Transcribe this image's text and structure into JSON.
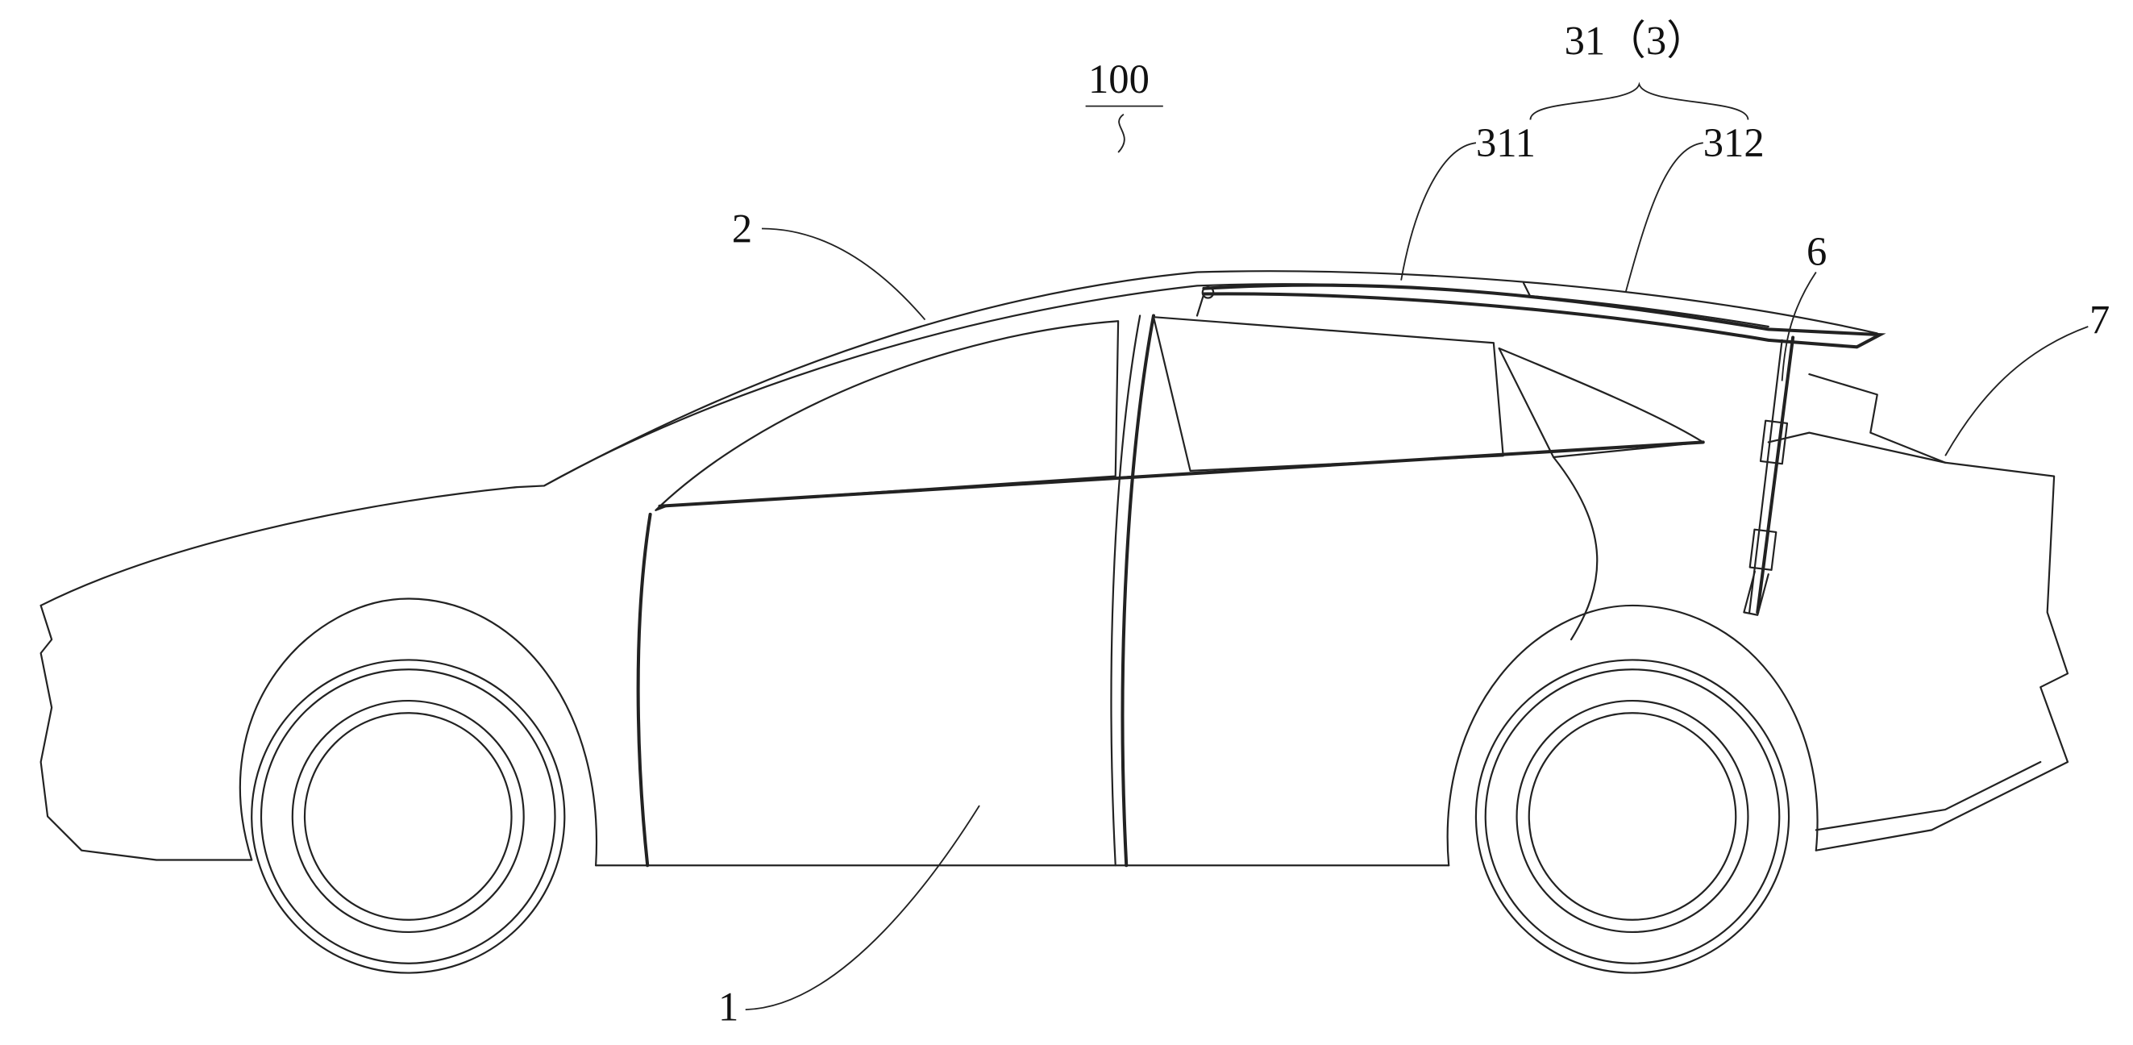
{
  "figure": {
    "type": "patent side-view drawing of a car with a deployable rear spoiler",
    "labels": {
      "assembly": "100",
      "group": "31（3）",
      "spoiler_part_a": "311",
      "spoiler_part_b": "312",
      "roof": "2",
      "actuator": "6",
      "tailgate": "7",
      "body": "1"
    },
    "line_color": "#222222",
    "background": "#ffffff"
  }
}
